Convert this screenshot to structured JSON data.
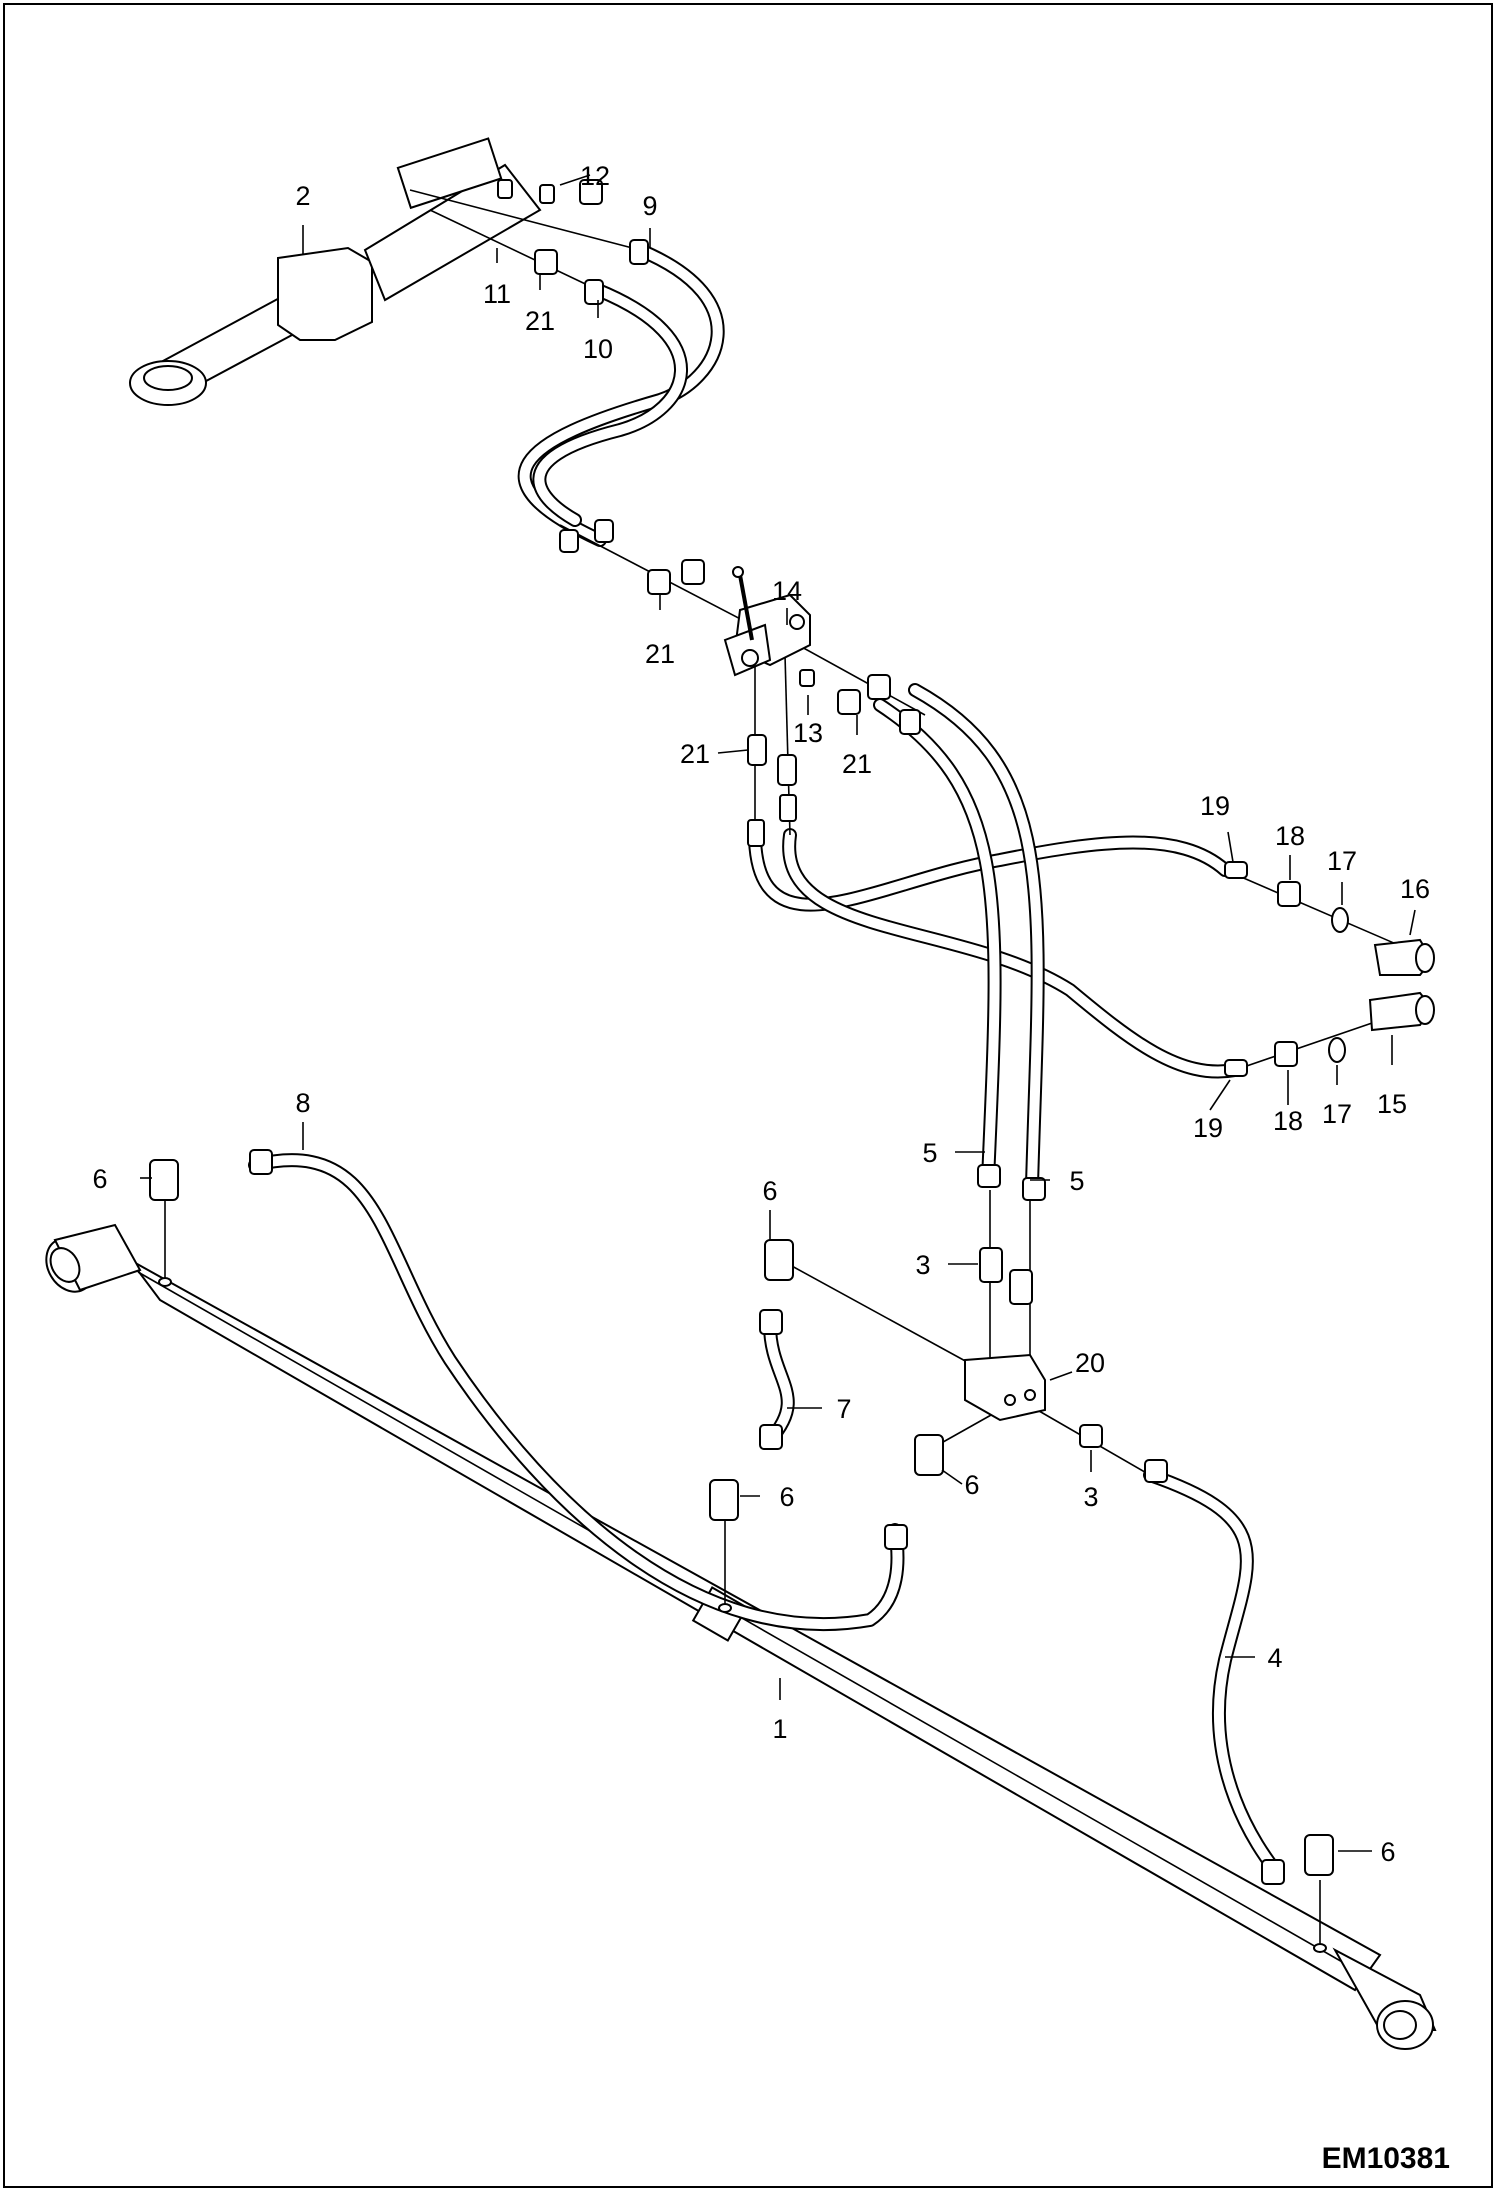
{
  "document_code": "EM10381",
  "callouts": [
    "1",
    "2",
    "3",
    "4",
    "5",
    "6",
    "7",
    "8",
    "9",
    "10",
    "11",
    "12",
    "13",
    "14",
    "15",
    "16",
    "17",
    "18",
    "19",
    "20",
    "21"
  ]
}
